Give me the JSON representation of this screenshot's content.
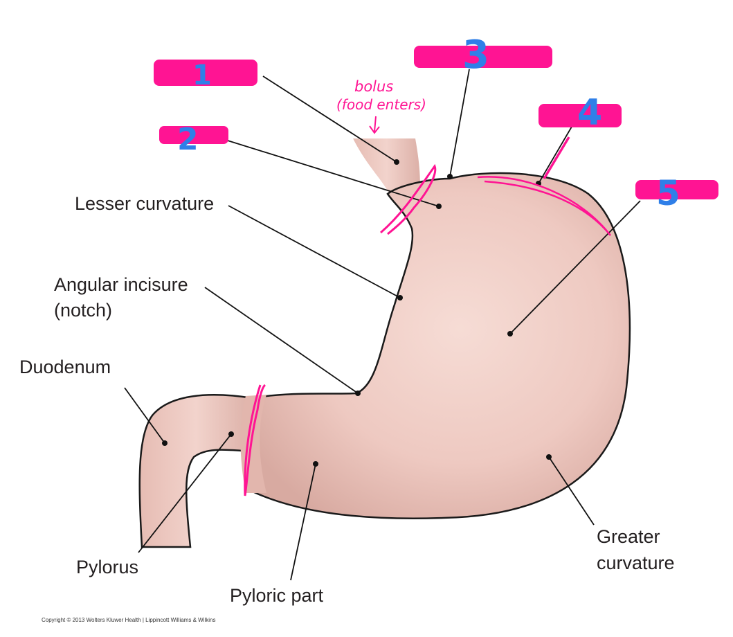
{
  "labels": {
    "lesser_curvature": "Lesser curvature",
    "angular_incisure_line1": "Angular incisure",
    "angular_incisure_line2": "(notch)",
    "duodenum": "Duodenum",
    "pylorus": "Pylorus",
    "pyloric_part": "Pyloric part",
    "greater_curvature_line1": "Greater",
    "greater_curvature_line2": "curvature"
  },
  "annotations": {
    "bolus_line1": "bolus",
    "bolus_line2": "(food enters)",
    "number_1": "1",
    "number_2": "2",
    "number_3": "3",
    "number_4": "4",
    "number_5": "5"
  },
  "copyright": "Copyright © 2013 Wolters Kluwer Health | Lippincott Williams & Wilkins",
  "colors": {
    "redaction": "#ff1493",
    "number_ink": "#2f7fe8",
    "stomach_fill": "#eec9c1",
    "stomach_outline": "#1a1a1a"
  }
}
